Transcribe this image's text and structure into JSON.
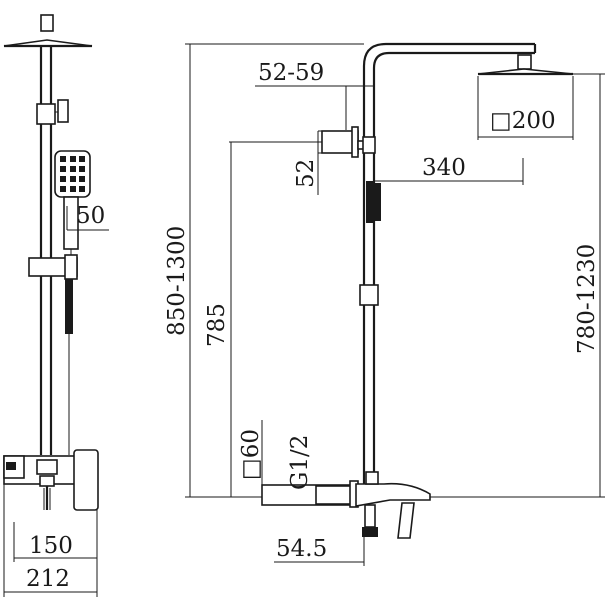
{
  "dimensions": {
    "hand_shower_offset": "50",
    "mixer_depth": "150",
    "mixer_width": "212",
    "arm_offset": "52-59",
    "holder_height": "52",
    "arm_reach": "340",
    "head_size": "□200",
    "total_height": "850-1300",
    "holder_position": "785",
    "head_height": "780-1230",
    "spout_size": "□60",
    "inlet_thread": "G1/2",
    "inlet_offset": "54.5"
  }
}
